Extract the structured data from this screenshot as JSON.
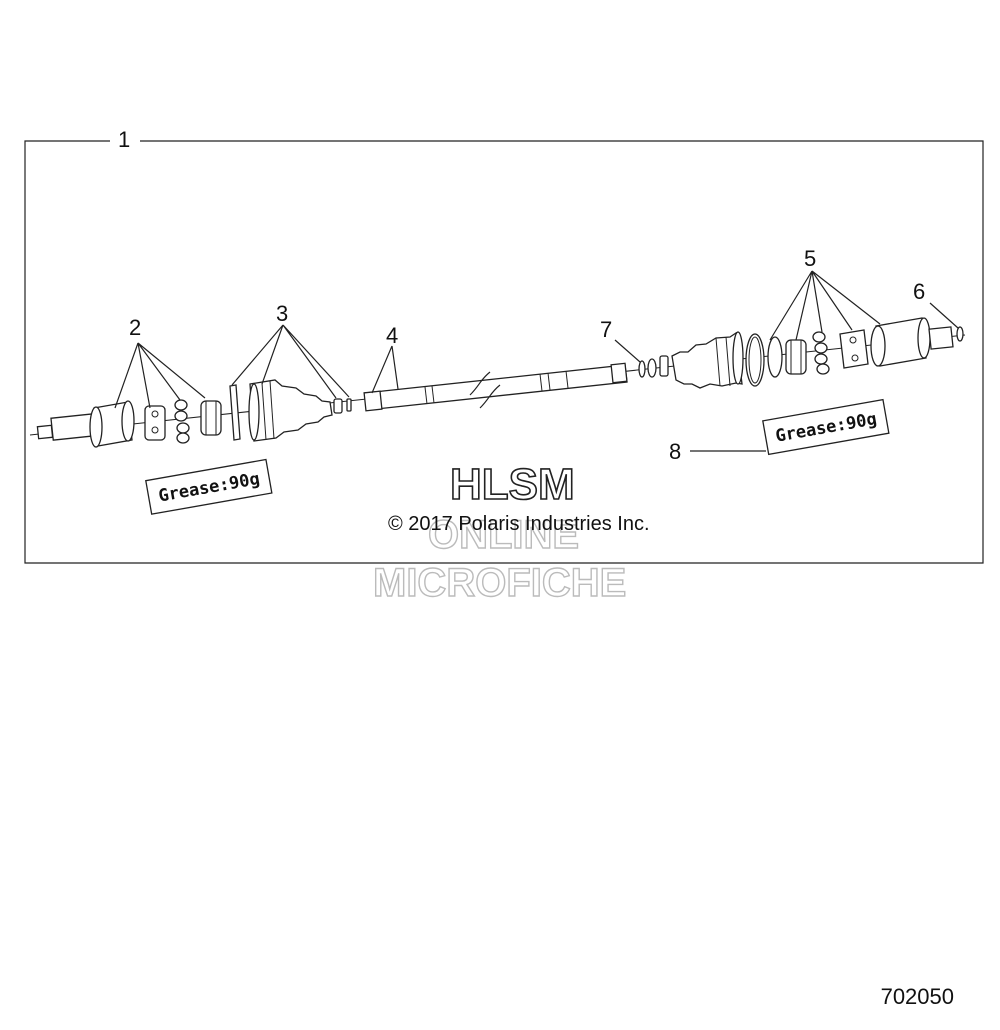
{
  "callouts": [
    {
      "id": "1",
      "label": "1"
    },
    {
      "id": "2",
      "label": "2"
    },
    {
      "id": "3",
      "label": "3"
    },
    {
      "id": "4",
      "label": "4"
    },
    {
      "id": "5",
      "label": "5"
    },
    {
      "id": "6",
      "label": "6"
    },
    {
      "id": "7",
      "label": "7"
    },
    {
      "id": "8",
      "label": "8"
    }
  ],
  "grease_labels": [
    "Grease:90g",
    "Grease:90g"
  ],
  "watermark": {
    "line1": "HLSM",
    "line2": "ONLINE",
    "line3": "MICROFICHE"
  },
  "copyright": "© 2017 Polaris Industries Inc.",
  "diagram_number": "702050"
}
